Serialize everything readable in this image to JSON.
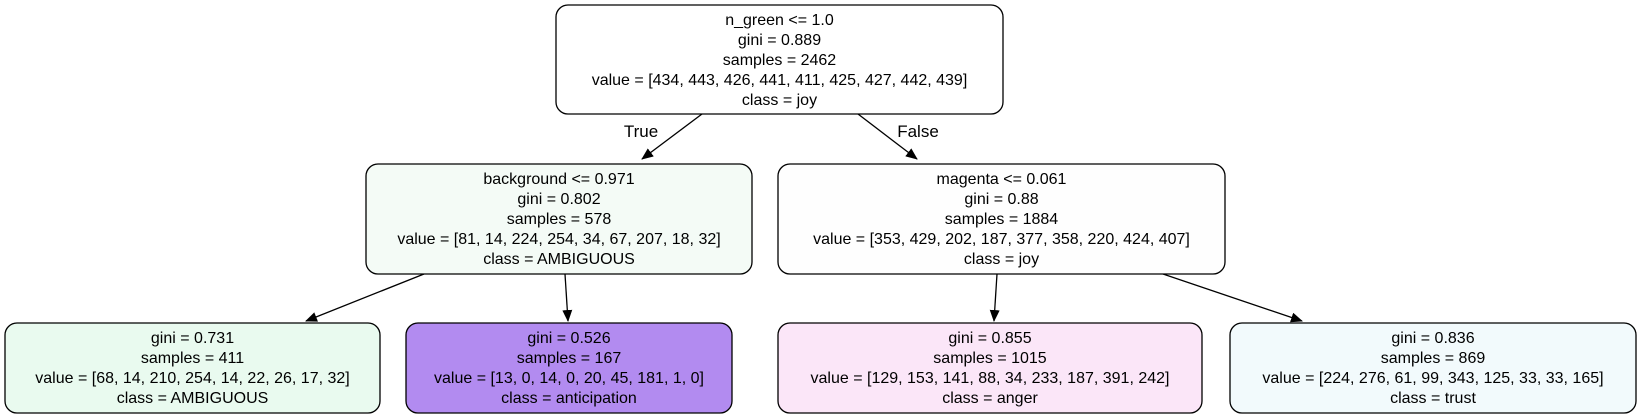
{
  "tree": {
    "nodes": [
      {
        "id": "root",
        "lines": [
          "n_green <= 1.0",
          "gini = 0.889",
          "samples = 2462",
          "value = [434, 443, 426, 441, 411, 425, 427, 442, 439]",
          "class = joy"
        ],
        "fill": "#ffffff"
      },
      {
        "id": "left",
        "lines": [
          "background <= 0.971",
          "gini = 0.802",
          "samples = 578",
          "value = [81, 14, 224, 254, 34, 67, 207, 18, 32]",
          "class = AMBIGUOUS"
        ],
        "fill": "#f4fbf6"
      },
      {
        "id": "right",
        "lines": [
          "magenta <= 0.061",
          "gini = 0.88",
          "samples = 1884",
          "value = [353, 429, 202, 187, 377, 358, 220, 424, 407]",
          "class = joy"
        ],
        "fill": "#fefefe"
      },
      {
        "id": "leaf-1",
        "lines": [
          "gini = 0.731",
          "samples = 411",
          "value = [68, 14, 210, 254, 14, 22, 26, 17, 32]",
          "class = AMBIGUOUS"
        ],
        "fill": "#e9faef"
      },
      {
        "id": "leaf-2",
        "lines": [
          "gini = 0.526",
          "samples = 167",
          "value = [13, 0, 14, 0, 20, 45, 181, 1, 0]",
          "class = anticipation"
        ],
        "fill": "#b28bf0"
      },
      {
        "id": "leaf-3",
        "lines": [
          "gini = 0.855",
          "samples = 1015",
          "value = [129, 153, 141, 88, 34, 233, 187, 391, 242]",
          "class = anger"
        ],
        "fill": "#fbe6f8"
      },
      {
        "id": "leaf-4",
        "lines": [
          "gini = 0.836",
          "samples = 869",
          "value = [224, 276, 61, 99, 343, 125, 33, 33, 165]",
          "class = trust"
        ],
        "fill": "#f2fafc"
      }
    ],
    "edge_labels": {
      "true_label": "True",
      "false_label": "False"
    },
    "colors": {
      "stroke": "#000000",
      "edge": "#000000"
    }
  }
}
